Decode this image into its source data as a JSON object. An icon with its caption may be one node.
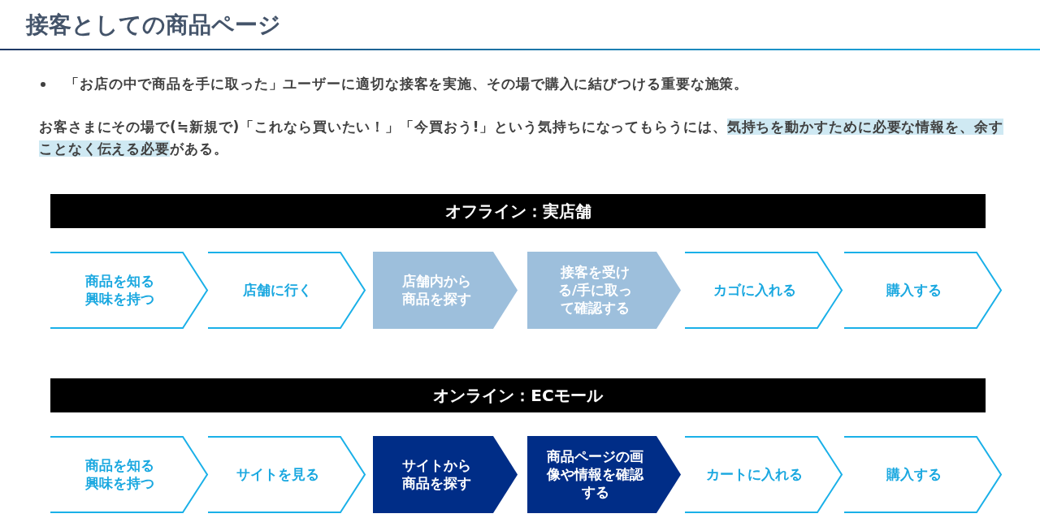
{
  "diagram": {
    "title": "接客としての商品ページ",
    "nodes": [
      {
        "text": [
          "オフライン：実店舗"
        ]
      },
      {
        "text": [
          "商品を知る興味を持つ"
        ]
      },
      {
        "text": [
          "店舗に行く"
        ]
      },
      {
        "text": [
          "店舗内から商品を探す"
        ]
      },
      {
        "text": [
          "接客を受ける/手に取って確認する"
        ]
      },
      {
        "text": [
          "カゴに入れる"
        ]
      },
      {
        "text": [
          "購入する"
        ]
      },
      {
        "text": [
          "オンライン：ECモール"
        ]
      },
      {
        "text": [
          "商品を知る興味を持つ"
        ]
      },
      {
        "text": [
          "サイトを見る"
        ]
      },
      {
        "text": [
          "サイトから商品を探す"
        ]
      },
      {
        "text": [
          "商品ページの画像や情報を確認する"
        ]
      },
      {
        "text": [
          "カートに入れる"
        ]
      },
      {
        "text": [
          "購入する"
        ]
      }
    ],
    "edges": [],
    "labels": [
      "「お店の中で商品を手に取った」ユーザーに適切な接客を実施、その場で購入に結びつける重要な施策。",
      "お客さまにその場で(≒新規で)「これなら買いたい！」「今買おう!」という気持ちになってもらうには、",
      "気持ちを動かすために必要な情報を、余すことなく伝える必要",
      "がある。"
    ]
  }
}
